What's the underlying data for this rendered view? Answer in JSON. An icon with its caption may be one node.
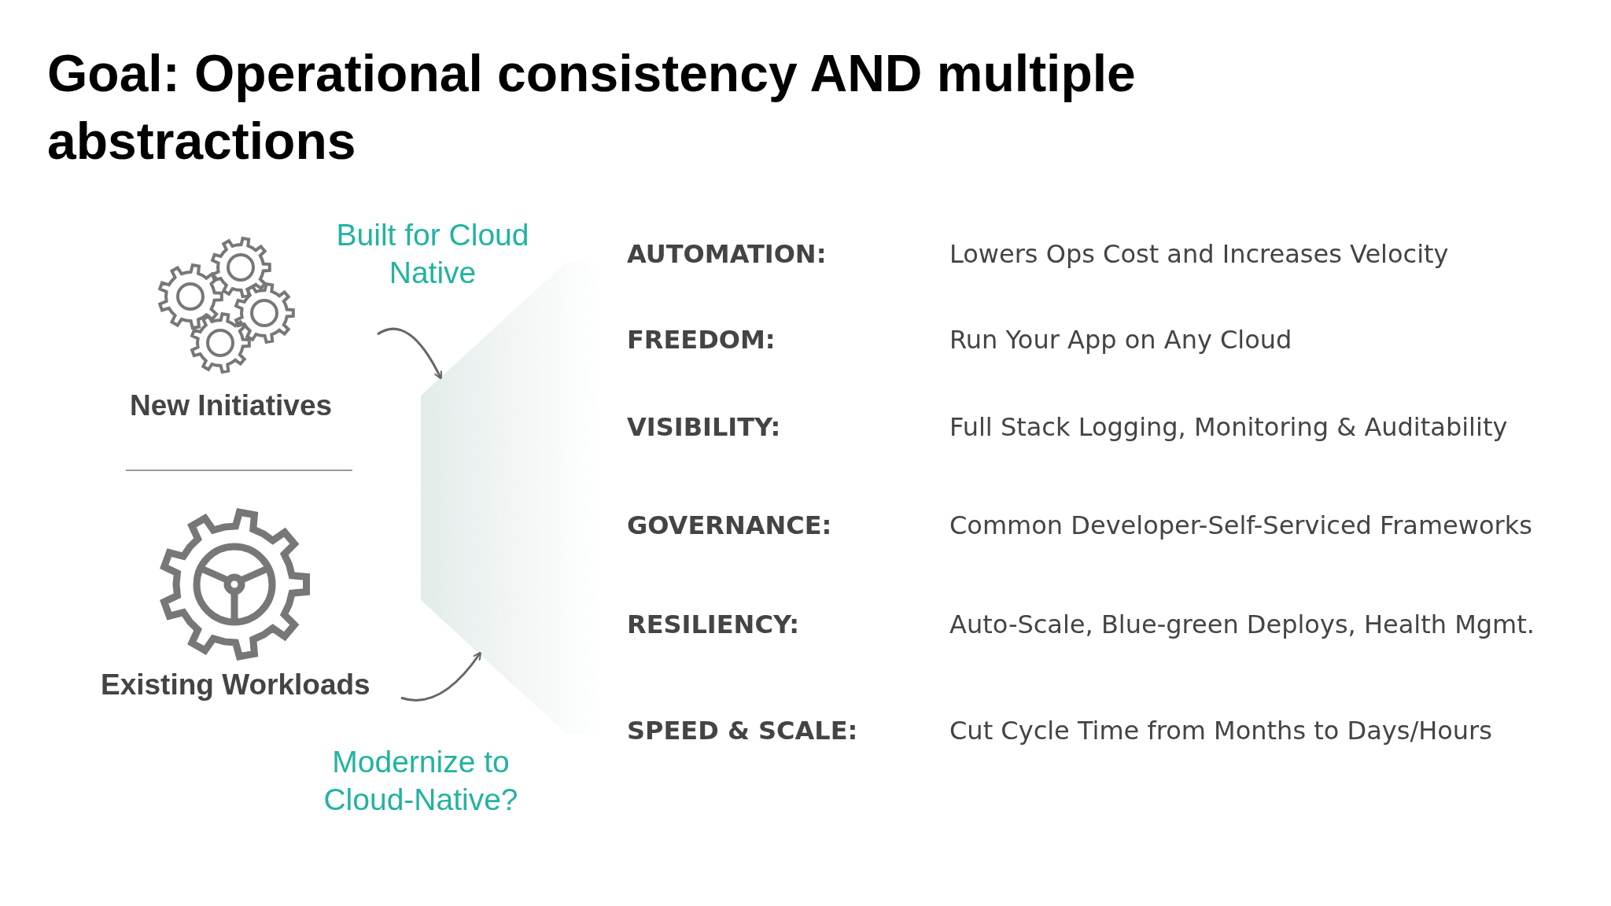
{
  "diagram": {
    "title": "Goal: Operational consistency AND multiple abstractions",
    "nodes": [
      {
        "text": [
          "New Initiatives"
        ]
      },
      {
        "text": [
          "Existing Workloads"
        ]
      },
      {
        "text": [],
        "shape": "box"
      }
    ],
    "edges": [
      {
        "from": 0,
        "to": 2,
        "arrow": "to",
        "label": "Built for Cloud Native"
      },
      {
        "from": 1,
        "to": 2,
        "arrow": "to",
        "label": "Modernize to Cloud-Native?"
      }
    ],
    "labels": [
      "AUTOMATION:",
      "Lowers Ops Cost and Increases Velocity",
      "FREEDOM:",
      "Run Your App on Any Cloud",
      "VISIBILITY:",
      "Full Stack Logging, Monitoring & Auditability",
      "GOVERNANCE:",
      "Common Developer-Self-Serviced Frameworks",
      "RESILIENCY:",
      "Auto-Scale, Blue-green Deploys, Health Mgmt.",
      "SPEED & SCALE:",
      "Cut Cycle Time from Months to Days/Hours"
    ]
  }
}
